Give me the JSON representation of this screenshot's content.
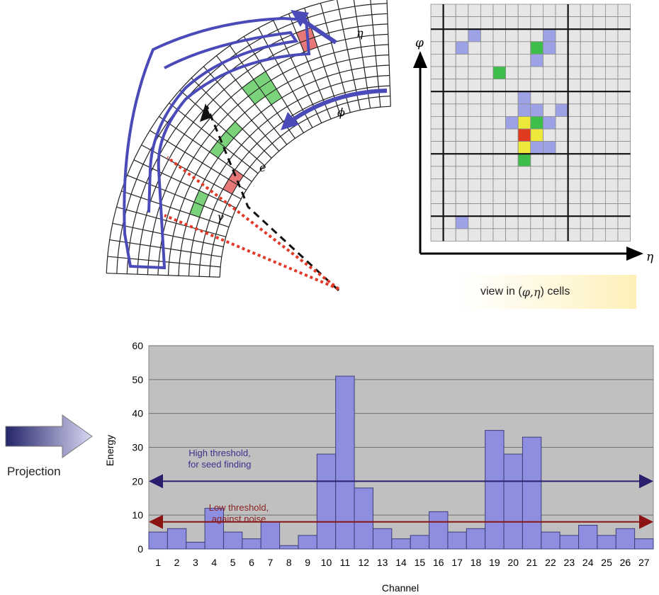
{
  "detector": {
    "eta_label": "η",
    "phi_label": "ϕ",
    "electron_label": "e",
    "photon_label": "γ"
  },
  "grid_view": {
    "phi_label": "φ",
    "eta_label": "η",
    "caption_prefix": "view in (",
    "caption_symbols": "φ,η",
    "caption_suffix": ") cells",
    "colors": {
      "blue": "#9da2e6",
      "green": "#3dbd4a",
      "yellow": "#ece93a",
      "red": "#e23a1e",
      "cell": "#e6e6e6"
    }
  },
  "projection": {
    "label": "Projection"
  },
  "thresholds": {
    "high_text": "High threshold,\nfor seed finding",
    "low_text": "Low threshold,\nagainst noise",
    "high_value": 20,
    "low_value": 8
  },
  "chart_data": {
    "type": "bar",
    "title": "",
    "xlabel": "Channel",
    "ylabel": "Energy",
    "ylim": [
      0,
      60
    ],
    "yticks": [
      0,
      10,
      20,
      30,
      40,
      50,
      60
    ],
    "grid": true,
    "categories": [
      "1",
      "2",
      "3",
      "4",
      "5",
      "6",
      "7",
      "8",
      "9",
      "10",
      "11",
      "12",
      "13",
      "14",
      "15",
      "16",
      "17",
      "18",
      "19",
      "20",
      "21",
      "22",
      "23",
      "24",
      "25",
      "26",
      "27"
    ],
    "values": [
      5,
      6,
      2,
      12,
      5,
      3,
      8,
      1,
      4,
      28,
      51,
      18,
      6,
      3,
      4,
      11,
      5,
      6,
      35,
      28,
      33,
      5,
      4,
      7,
      4,
      6,
      3
    ],
    "bar_color": "#8e8ee0",
    "plot_bg": "#c0c0c0"
  }
}
